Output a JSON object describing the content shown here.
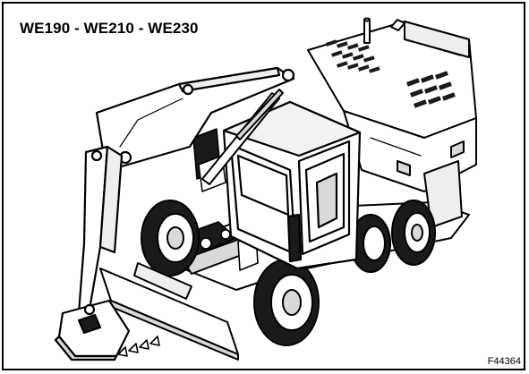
{
  "document": {
    "title": "WE190 - WE210 - WE230",
    "figure_id": "F44364"
  },
  "illustration": {
    "subject": "wheeled-excavator",
    "colors": {
      "line": "#000000",
      "fill": "#ffffff",
      "shade": "#d9d9d9",
      "dark": "#1a1a1a"
    }
  }
}
